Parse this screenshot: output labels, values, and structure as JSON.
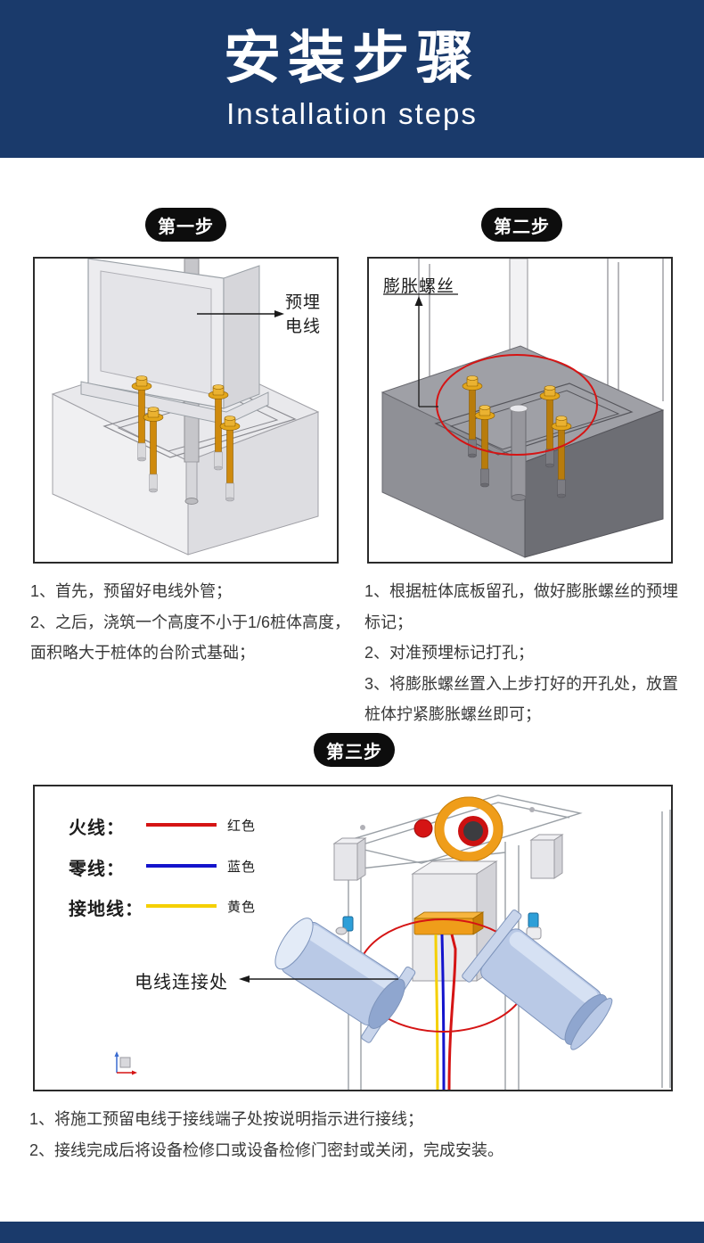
{
  "header": {
    "title_cn": "安装步骤",
    "title_en": "Installation steps"
  },
  "steps": [
    {
      "badge": "第一步",
      "diagram_label_line1": "预埋",
      "diagram_label_line2": "电线",
      "notes": [
        "1、首先，预留好电线外管；",
        "2、之后，浇筑一个高度不小于1/6桩体高度，面积略大于桩体的台阶式基础；"
      ]
    },
    {
      "badge": "第二步",
      "diagram_label": "膨胀螺丝",
      "notes": [
        "1、根据桩体底板留孔，做好膨胀螺丝的预埋标记；",
        "2、对准预埋标记打孔；",
        "3、将膨胀螺丝置入上步打好的开孔处，放置桩体拧紧膨胀螺丝即可；"
      ]
    },
    {
      "badge": "第三步",
      "legend": [
        {
          "label": "火线：",
          "color_name": "红色",
          "color": "#d51414"
        },
        {
          "label": "零线：",
          "color_name": "蓝色",
          "color": "#1414cc"
        },
        {
          "label": "接地线：",
          "color_name": "黄色",
          "color": "#f5d000"
        }
      ],
      "diagram_label": "电线连接处",
      "notes": [
        "1、将施工预留电线于接线端子处按说明指示进行接线；",
        "2、接线完成后将设备检修口或设备检修门密封或关闭，完成安装。"
      ]
    }
  ],
  "colors": {
    "header_bg": "#1a3a6b",
    "badge_bg": "#0d0d0d",
    "highlight_red": "#d51414",
    "bolt_gold": "#e3a61b",
    "live_wire": "#d51414",
    "neutral_wire": "#1414cc",
    "ground_wire": "#f5d000"
  }
}
